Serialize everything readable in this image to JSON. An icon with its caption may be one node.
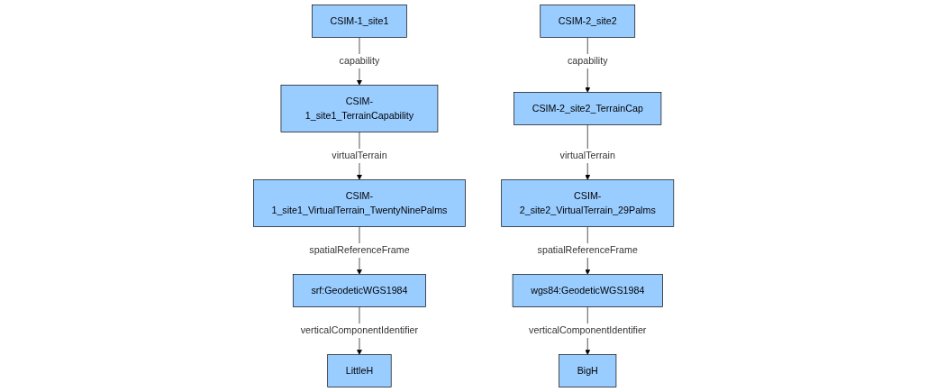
{
  "diagram": {
    "nodes": [
      {
        "text": [
          "CSIM-1_site1"
        ]
      },
      {
        "text": [
          "CSIM-1_site1_TerrainCapability"
        ]
      },
      {
        "text": [
          "CSIM-1_site1_VirtualTerrain_TwentyNinePalms"
        ]
      },
      {
        "text": [
          "srf:GeodeticWGS1984"
        ]
      },
      {
        "text": [
          "LittleH"
        ]
      },
      {
        "text": [
          "CSIM-2_site2"
        ]
      },
      {
        "text": [
          "CSIM-2_site2_TerrainCap"
        ]
      },
      {
        "text": [
          "CSIM-2_site2_VirtualTerrain_29Palms"
        ]
      },
      {
        "text": [
          "wgs84:GeodeticWGS1984"
        ]
      },
      {
        "text": [
          "BigH"
        ]
      }
    ],
    "edges": [
      {
        "from": 0,
        "to": 1,
        "arrow": "to",
        "label": "capability"
      },
      {
        "from": 1,
        "to": 2,
        "arrow": "to",
        "label": "virtualTerrain"
      },
      {
        "from": 2,
        "to": 3,
        "arrow": "to",
        "label": "spatialReferenceFrame"
      },
      {
        "from": 3,
        "to": 4,
        "arrow": "to",
        "label": "verticalComponentIdentifier"
      },
      {
        "from": 5,
        "to": 6,
        "arrow": "to",
        "label": "capability"
      },
      {
        "from": 6,
        "to": 7,
        "arrow": "to",
        "label": "virtualTerrain"
      },
      {
        "from": 7,
        "to": 8,
        "arrow": "to",
        "label": "spatialReferenceFrame"
      },
      {
        "from": 8,
        "to": 9,
        "arrow": "to",
        "label": "verticalComponentIdentifier"
      }
    ]
  }
}
